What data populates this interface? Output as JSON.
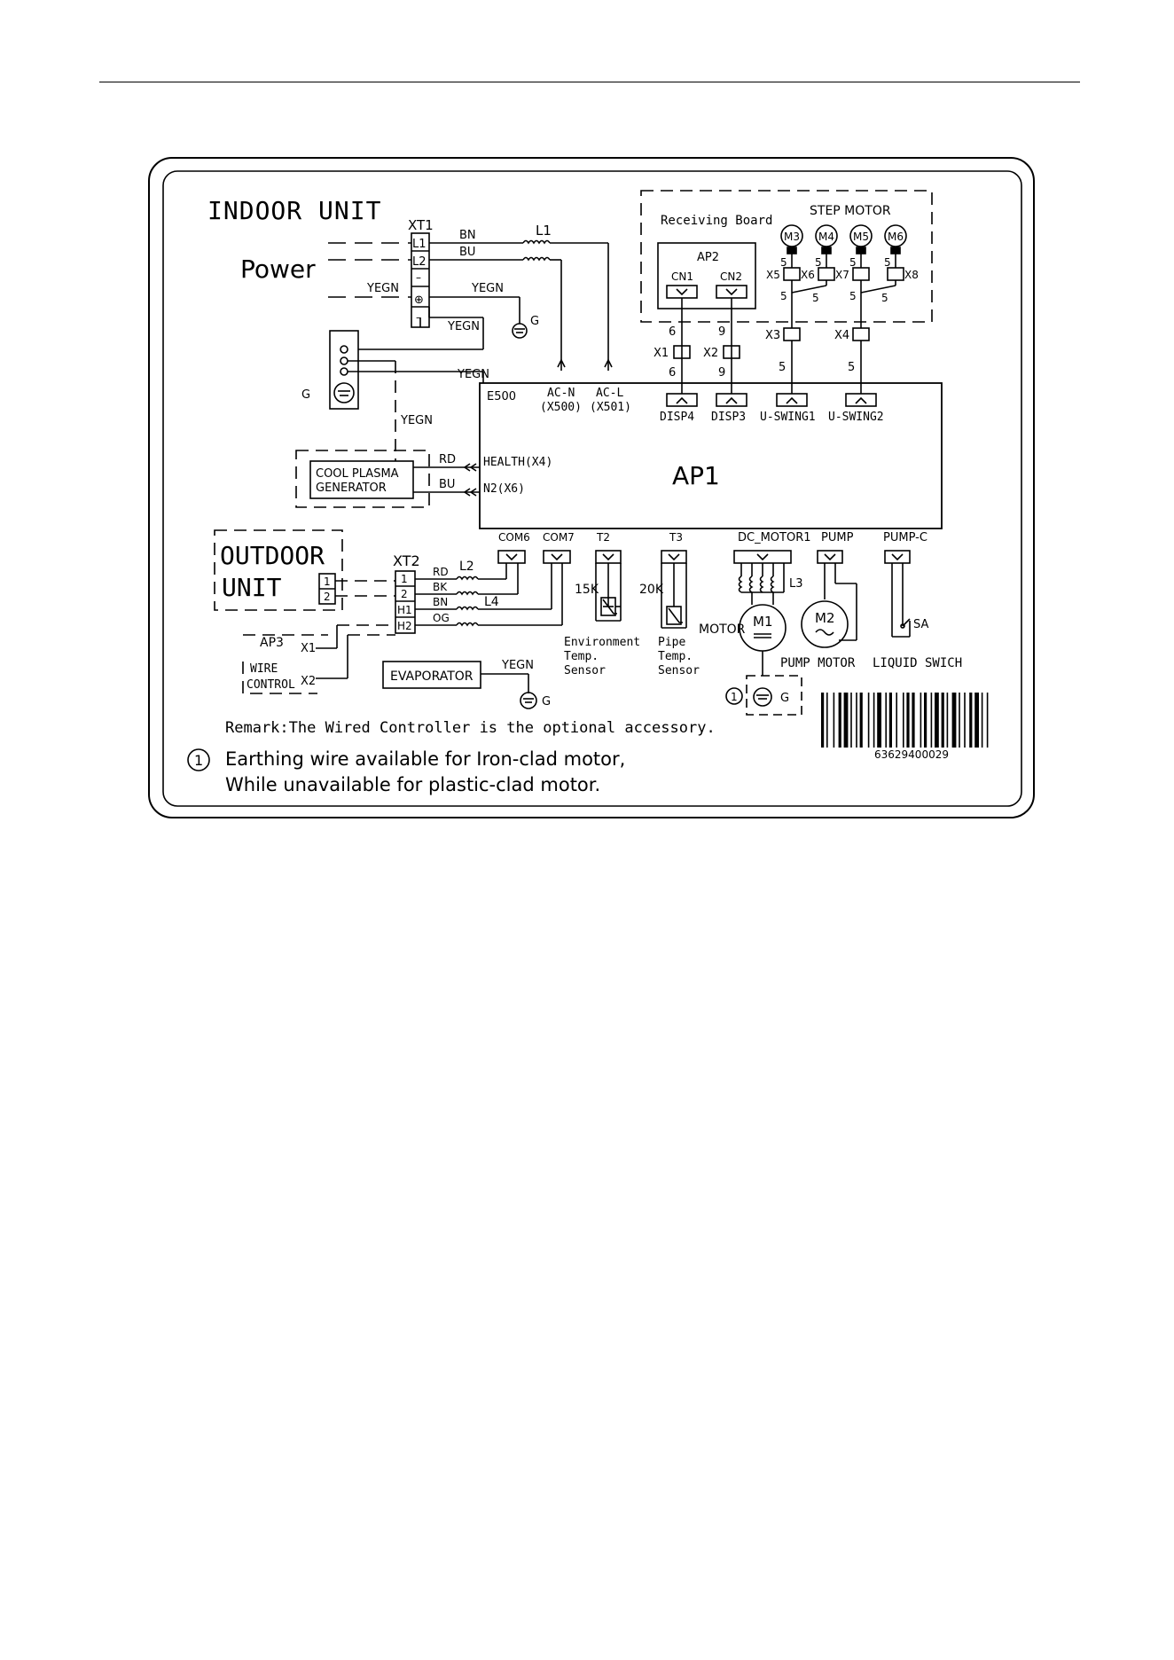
{
  "title": "INDOOR UNIT",
  "power": {
    "label": "Power",
    "terminal_block": "XT1",
    "terminals": [
      "L1",
      "L2",
      "⊕"
    ],
    "wire_brown": "BN",
    "wire_blue": "BU",
    "wire_yegn": "YEGN",
    "reactor": "L1",
    "ground": "G"
  },
  "ground_terminal": {
    "label": "G",
    "wire": "YEGN"
  },
  "receiving_board": {
    "label": "Receiving Board",
    "ap2": "AP2",
    "cn1": "CN1",
    "cn2": "CN2"
  },
  "step_motor": {
    "label": "STEP MOTOR",
    "motors": [
      "M3",
      "M4",
      "M5",
      "M6"
    ],
    "connectors": [
      "X5",
      "X6",
      "X7",
      "X8"
    ],
    "wire_count": "5"
  },
  "links": {
    "x1": "X1",
    "x2": "X2",
    "x3": "X3",
    "x4": "X4",
    "n6": "6",
    "n9": "9",
    "n5": "5"
  },
  "ap1": {
    "label": "AP1",
    "board": "E500",
    "acn": "AC-N",
    "acn_sub": "(X500)",
    "acl": "AC-L",
    "acl_sub": "(X501)",
    "disp4": "DISP4",
    "disp3": "DISP3",
    "uswing1": "U-SWING1",
    "uswing2": "U-SWING2",
    "health": "HEALTH(X4)",
    "n2": "N2(X6)",
    "com6": "COM6",
    "com7": "COM7",
    "t2": "T2",
    "t3": "T3",
    "dc_motor": "DC_MOTOR1",
    "pump": "PUMP",
    "pump_c": "PUMP-C"
  },
  "plasma": {
    "line1": "COOL PLASMA",
    "line2": "GENERATOR",
    "rd": "RD",
    "bu": "BU",
    "yegn": "YEGN"
  },
  "outdoor": {
    "line1": "OUTDOOR",
    "line2": "UNIT",
    "terminals": [
      "1",
      "2"
    ],
    "block": "XT2",
    "block_terminals": [
      "1",
      "2",
      "H1",
      "H2"
    ],
    "wires": [
      "RD",
      "BK",
      "BN",
      "OG"
    ],
    "l2": "L2",
    "l4": "L4"
  },
  "wire_control": {
    "ap3": "AP3",
    "line1": "WIRE",
    "line2": "CONTROL",
    "x1": "X1",
    "x2": "X2"
  },
  "evaporator": {
    "label": "EVAPORATOR",
    "wire": "YEGN",
    "ground": "G"
  },
  "sensors": {
    "env_value": "15K",
    "env_label": [
      "Environment",
      "Temp.",
      "Sensor"
    ],
    "pipe_value": "20K",
    "pipe_label": [
      "Pipe",
      "Temp.",
      "Sensor"
    ]
  },
  "motors": {
    "motor_label": "MOTOR",
    "m1": "M1",
    "m2": "M2",
    "l3": "L3",
    "pump_motor": "PUMP MOTOR",
    "liquid_switch": "LIQUID SWICH",
    "sa": "SA",
    "ground_g": "G",
    "note_marker": "1"
  },
  "remark": "Remark:The Wired Controller is the optional accessory.",
  "note": {
    "marker": "1",
    "line1": "Earthing wire available for Iron-clad motor,",
    "line2": "While unavailable  for plastic-clad motor."
  },
  "barcode": "63629400029"
}
